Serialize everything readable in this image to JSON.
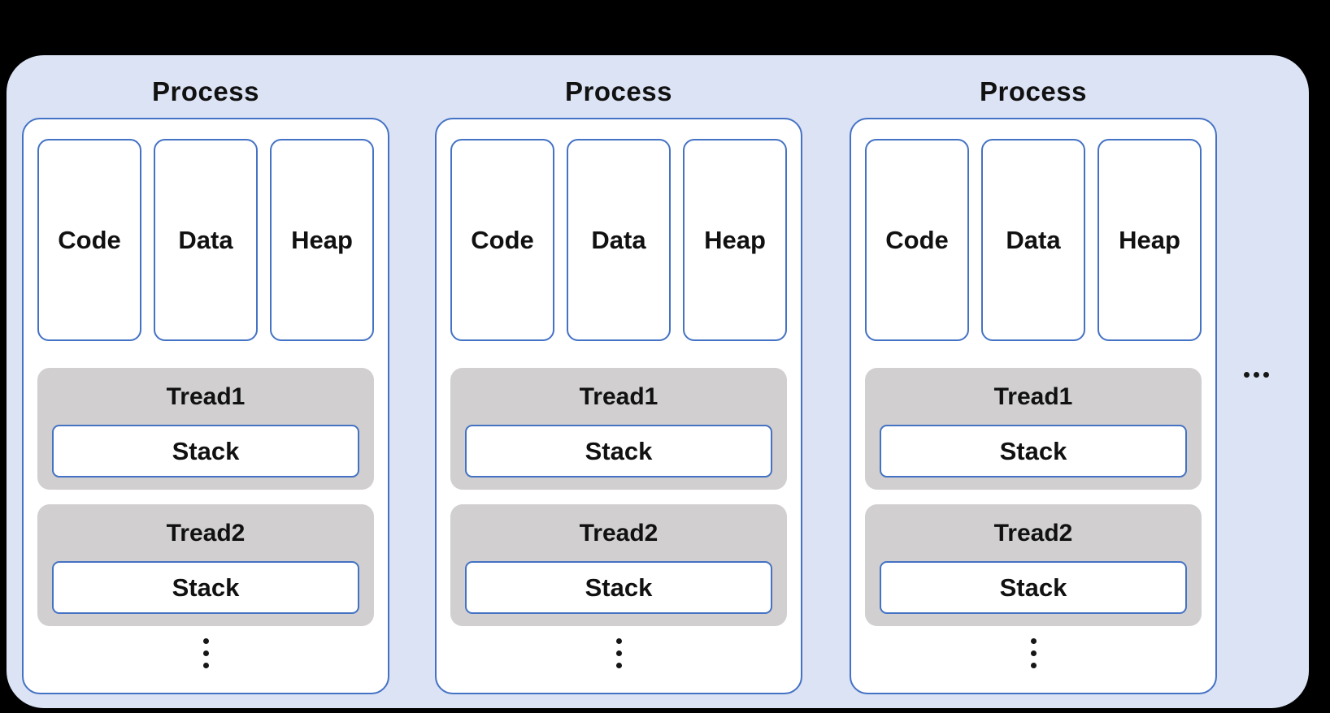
{
  "diagram": {
    "processes": [
      {
        "title": "Process",
        "memory_blocks": [
          "Code",
          "Data",
          "Heap"
        ],
        "threads": [
          {
            "name": "Tread1",
            "stack": "Stack"
          },
          {
            "name": "Tread2",
            "stack": "Stack"
          }
        ]
      },
      {
        "title": "Process",
        "memory_blocks": [
          "Code",
          "Data",
          "Heap"
        ],
        "threads": [
          {
            "name": "Tread1",
            "stack": "Stack"
          },
          {
            "name": "Tread2",
            "stack": "Stack"
          }
        ]
      },
      {
        "title": "Process",
        "memory_blocks": [
          "Code",
          "Data",
          "Heap"
        ],
        "threads": [
          {
            "name": "Tread1",
            "stack": "Stack"
          },
          {
            "name": "Tread2",
            "stack": "Stack"
          }
        ]
      }
    ],
    "icons": {
      "more_threads": "vertical-ellipsis",
      "more_processes": "horizontal-ellipsis"
    },
    "colors": {
      "background": "#000000",
      "panel": "#dbe3f5",
      "outline": "#4472c4",
      "thread_fill": "#d1cfcf",
      "box_fill": "#ffffff",
      "text": "#111111"
    }
  }
}
